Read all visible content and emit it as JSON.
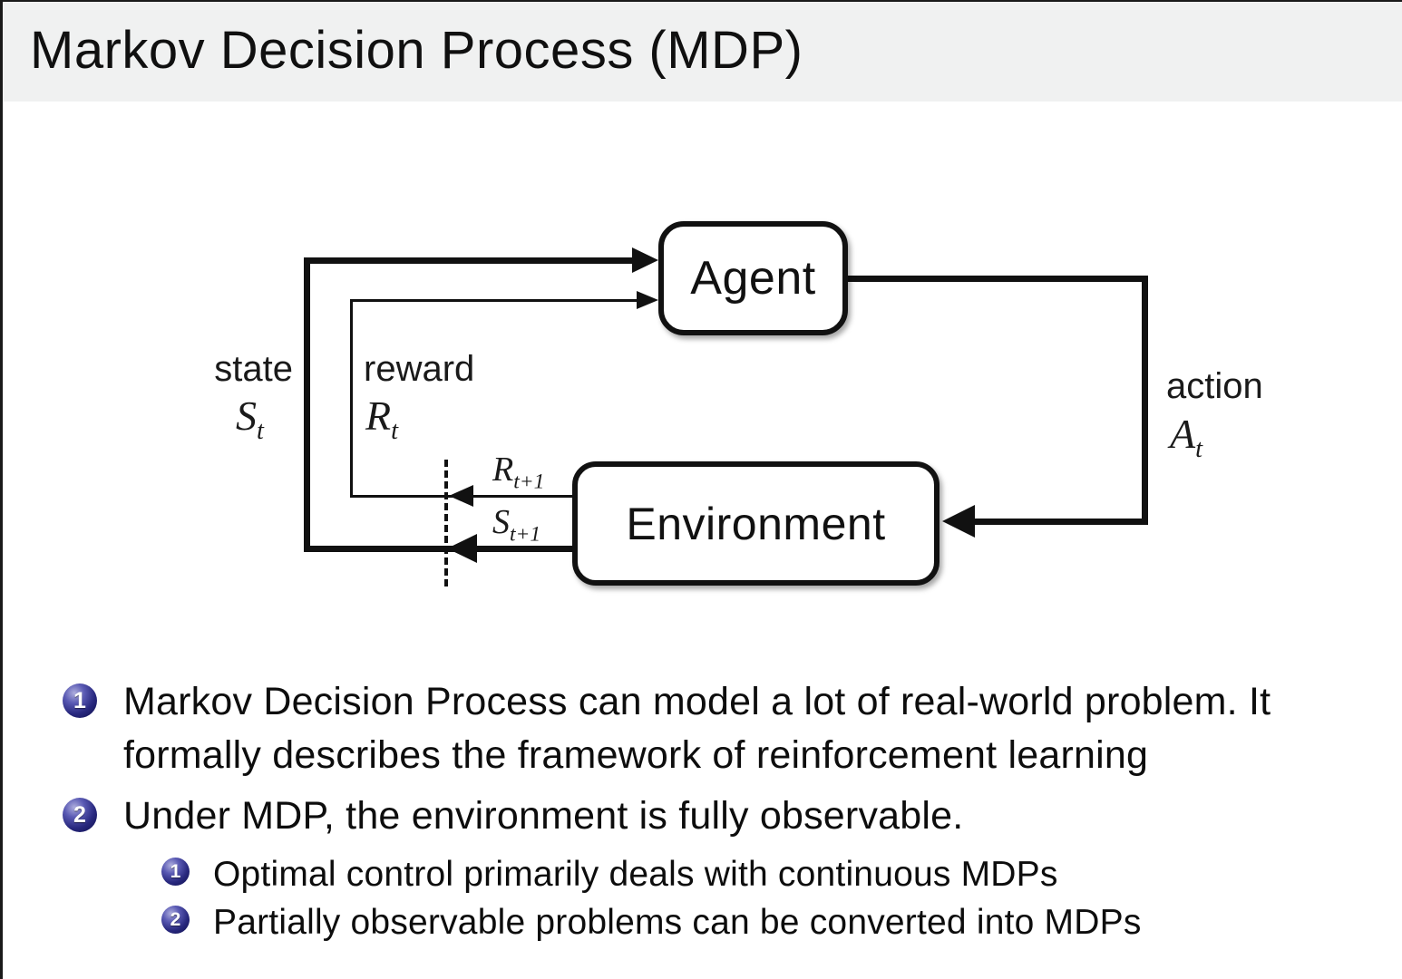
{
  "title": "Markov Decision Process (MDP)",
  "diagram": {
    "agent_label": "Agent",
    "environment_label": "Environment",
    "state_label": "state",
    "state_symbol": {
      "base": "S",
      "sub": "t"
    },
    "reward_label": "reward",
    "reward_symbol": {
      "base": "R",
      "sub": "t"
    },
    "action_label": "action",
    "action_symbol": {
      "base": "A",
      "sub": "t"
    },
    "next_reward_symbol": {
      "base": "R",
      "sub": "t+1"
    },
    "next_state_symbol": {
      "base": "S",
      "sub": "t+1"
    }
  },
  "bullets": [
    {
      "number": "1",
      "text": "Markov Decision Process can model a lot of real-world problem. It formally describes the framework of reinforcement learning"
    },
    {
      "number": "2",
      "text": "Under MDP, the environment is fully observable.",
      "subitems": [
        {
          "number": "1",
          "text": "Optimal control primarily deals with continuous MDPs"
        },
        {
          "number": "2",
          "text": "Partially observable problems can be converted into MDPs"
        }
      ]
    }
  ],
  "colors": {
    "header_bg": "#f0f1f1",
    "text": "#111111",
    "bullet_ball": "#28287e"
  }
}
